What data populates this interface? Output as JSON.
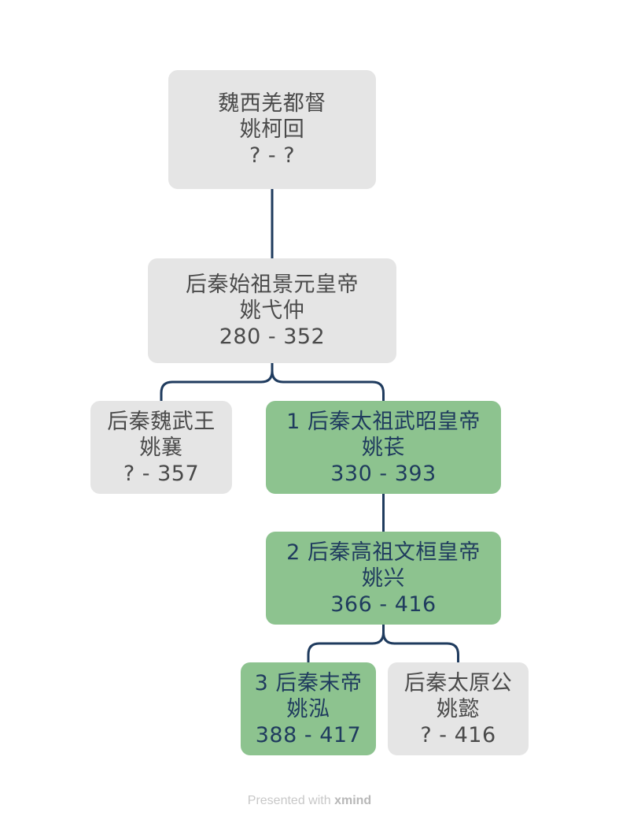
{
  "nodes": [
    {
      "id": "n1",
      "lines": [
        "魏西羌都督",
        "姚柯回",
        "? - ?"
      ],
      "ruler": false
    },
    {
      "id": "n2",
      "lines": [
        "后秦始祖景元皇帝",
        "姚弋仲",
        "280 - 352"
      ],
      "ruler": false
    },
    {
      "id": "n3",
      "lines": [
        "后秦魏武王",
        "姚襄",
        "? - 357"
      ],
      "ruler": false
    },
    {
      "id": "n4",
      "lines": [
        "1 后秦太祖武昭皇帝",
        "姚苌",
        "330 - 393"
      ],
      "ruler": true
    },
    {
      "id": "n5",
      "lines": [
        "2 后秦高祖文桓皇帝",
        "姚兴",
        "366 - 416"
      ],
      "ruler": true
    },
    {
      "id": "n6",
      "lines": [
        "3 后秦末帝",
        "姚泓",
        "388 - 417"
      ],
      "ruler": true
    },
    {
      "id": "n7",
      "lines": [
        "后秦太原公",
        "姚懿",
        "? - 416"
      ],
      "ruler": false
    }
  ],
  "edges": [
    [
      "n1",
      "n2"
    ],
    [
      "n2",
      "n3"
    ],
    [
      "n2",
      "n4"
    ],
    [
      "n4",
      "n5"
    ],
    [
      "n5",
      "n6"
    ],
    [
      "n5",
      "n7"
    ]
  ],
  "colors": {
    "ruler": "#8dc38f",
    "other": "#e5e5e5",
    "connector": "#1f3b5e"
  },
  "footer": {
    "prefix": "Presented with",
    "brand": "xmind"
  }
}
